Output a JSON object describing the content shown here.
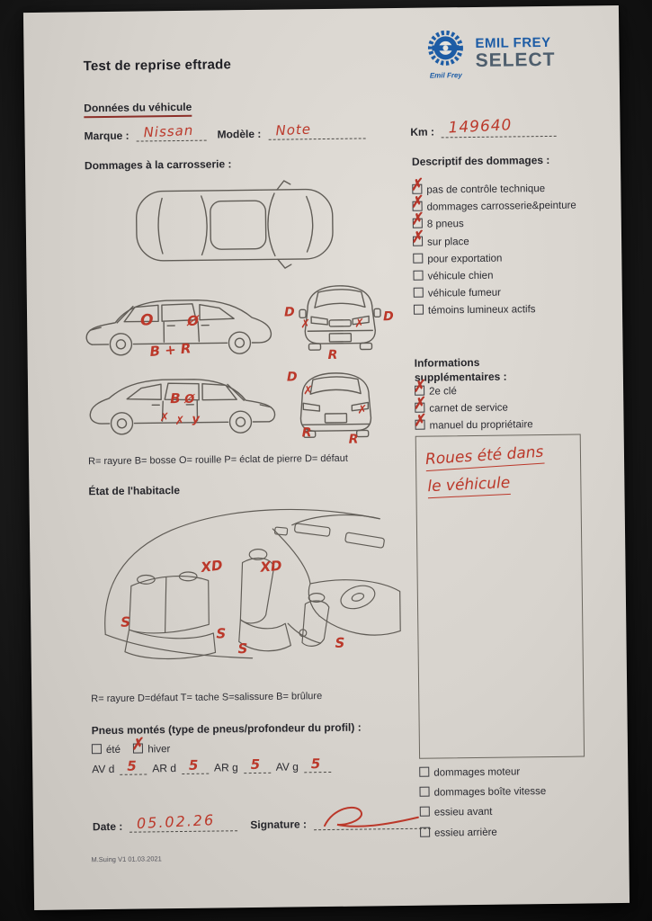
{
  "title": "Test de reprise eftrade",
  "logo": {
    "script": "Emil Frey",
    "line1": "EMIL FREY",
    "line2": "SELECT"
  },
  "vehicle": {
    "heading": "Données du véhicule",
    "marque_label": "Marque :",
    "marque_value": "Nissan",
    "modele_label": "Modèle :",
    "modele_value": "Note",
    "km_label": "Km :",
    "km_value": "149640"
  },
  "carrosserie": {
    "heading": "Dommages à la carrosserie :",
    "legend": "R= rayure B= bosse O= rouille P= éclat de pierre D= défaut"
  },
  "descriptif": {
    "heading": "Descriptif des dommages :",
    "items": [
      {
        "label": "pas de contrôle technique",
        "checked": true
      },
      {
        "label": "dommages carrosserie&peinture",
        "checked": true
      },
      {
        "label": "8 pneus",
        "checked": true
      },
      {
        "label": "sur place",
        "checked": true
      },
      {
        "label": "pour exportation",
        "checked": false
      },
      {
        "label": "véhicule chien",
        "checked": false
      },
      {
        "label": "véhicule fumeur",
        "checked": false
      },
      {
        "label": "témoins lumineux actifs",
        "checked": false
      }
    ]
  },
  "infos": {
    "heading_line1": "Informations",
    "heading_line2": "supplémentaires :",
    "items": [
      {
        "label": "2e clé",
        "checked": true
      },
      {
        "label": "carnet de service",
        "checked": true
      },
      {
        "label": "manuel du propriétaire",
        "checked": true
      }
    ],
    "note_line1": "Roues été dans",
    "note_line2": "le véhicule"
  },
  "habitacle": {
    "heading": "État de l'habitacle",
    "legend": "R= rayure D=défaut T= tache S=salissure B= brûlure"
  },
  "pneus": {
    "heading": "Pneus montés (type de pneus/profondeur du profil) :",
    "ete": {
      "label": "été",
      "checked": false
    },
    "hiver": {
      "label": "hiver",
      "checked": true
    },
    "fields": [
      {
        "label": "AV d",
        "value": "5"
      },
      {
        "label": "AR d",
        "value": "5"
      },
      {
        "label": "AR g",
        "value": "5"
      },
      {
        "label": "AV g",
        "value": "5"
      }
    ]
  },
  "mechanical": {
    "items": [
      {
        "label": "dommages moteur",
        "checked": false
      },
      {
        "label": "dommages boîte vitesse",
        "checked": false
      },
      {
        "label": "essieu avant",
        "checked": false
      },
      {
        "label": "essieu arrière",
        "checked": false
      }
    ]
  },
  "footer": {
    "date_label": "Date :",
    "date_value": "05.02.26",
    "signature_label": "Signature :",
    "version": "M.Suing V1 01.03.2021"
  },
  "marks": {
    "side1_o": "O",
    "side1_oslash": "Ø",
    "side1_br": "B + R",
    "front_d1": "D",
    "front_d2": "D",
    "front_x1": "✗",
    "front_x2": "✗",
    "front_r": "R",
    "side2_b": "B",
    "side2_oslash": "Ø",
    "side2_x1": "✗",
    "side2_x2": "✗",
    "side2_y": "y",
    "rear_d": "D",
    "rear_x1": "✗",
    "rear_x2": "✗",
    "rear_r1": "R",
    "rear_r2": "R",
    "interior_xd1": "XD",
    "interior_xd2": "XD",
    "interior_s1": "S",
    "interior_s2": "S",
    "interior_s3": "S",
    "interior_s4": "S"
  }
}
